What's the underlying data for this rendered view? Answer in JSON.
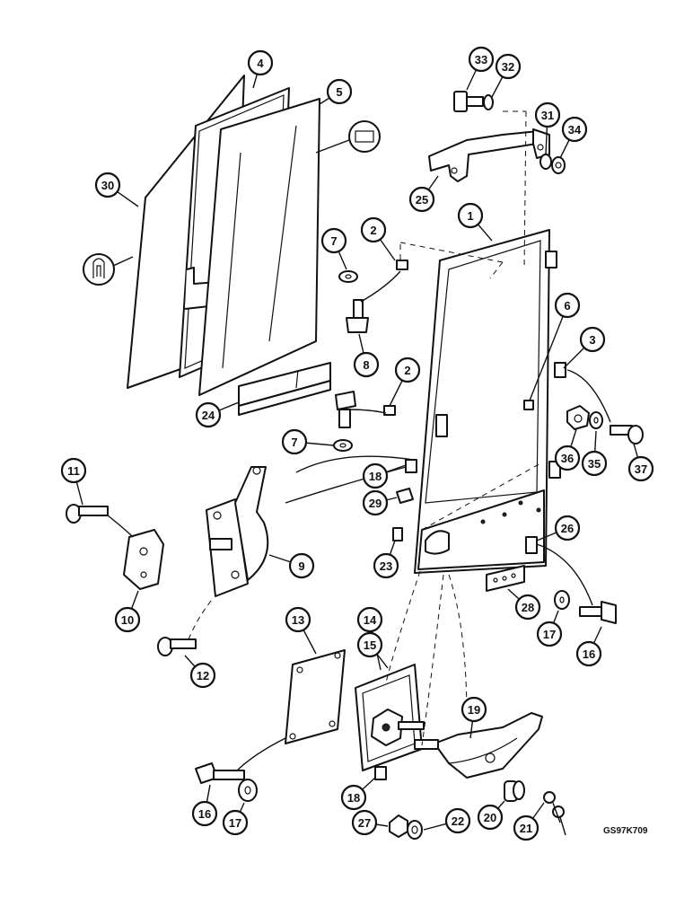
{
  "drawing_code": "GS97K709",
  "callouts": [
    {
      "n": "1"
    },
    {
      "n": "2"
    },
    {
      "n": "2"
    },
    {
      "n": "3"
    },
    {
      "n": "4"
    },
    {
      "n": "5"
    },
    {
      "n": "6"
    },
    {
      "n": "7"
    },
    {
      "n": "7"
    },
    {
      "n": "8"
    },
    {
      "n": "9"
    },
    {
      "n": "10"
    },
    {
      "n": "11"
    },
    {
      "n": "12"
    },
    {
      "n": "13"
    },
    {
      "n": "14"
    },
    {
      "n": "15"
    },
    {
      "n": "16"
    },
    {
      "n": "16"
    },
    {
      "n": "17"
    },
    {
      "n": "17"
    },
    {
      "n": "18"
    },
    {
      "n": "18"
    },
    {
      "n": "19"
    },
    {
      "n": "20"
    },
    {
      "n": "21"
    },
    {
      "n": "22"
    },
    {
      "n": "23"
    },
    {
      "n": "24"
    },
    {
      "n": "25"
    },
    {
      "n": "26"
    },
    {
      "n": "27"
    },
    {
      "n": "28"
    },
    {
      "n": "29"
    },
    {
      "n": "30"
    },
    {
      "n": "31"
    },
    {
      "n": "32"
    },
    {
      "n": "33"
    },
    {
      "n": "34"
    },
    {
      "n": "35"
    },
    {
      "n": "36"
    },
    {
      "n": "37"
    }
  ]
}
